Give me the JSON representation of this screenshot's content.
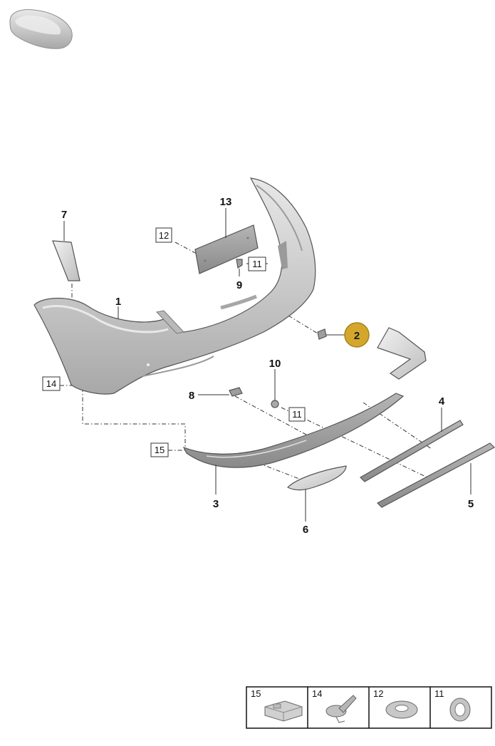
{
  "diagram": {
    "labels": {
      "p1": "1",
      "p2": "2",
      "p3": "3",
      "p4": "4",
      "p5": "5",
      "p6": "6",
      "p7": "7",
      "p8": "8",
      "p9": "9",
      "p10": "10",
      "p13": "13"
    },
    "boxed_labels": {
      "b11a": "11",
      "b11b": "11",
      "b12": "12",
      "b14": "14",
      "b15": "15"
    },
    "highlight_color": "#d4a72c",
    "legend": [
      {
        "number": "15",
        "icon": "clip-icon"
      },
      {
        "number": "14",
        "icon": "expanding-rivet-icon"
      },
      {
        "number": "12",
        "icon": "washer-ring-icon"
      },
      {
        "number": "11",
        "icon": "grommet-icon"
      }
    ]
  }
}
